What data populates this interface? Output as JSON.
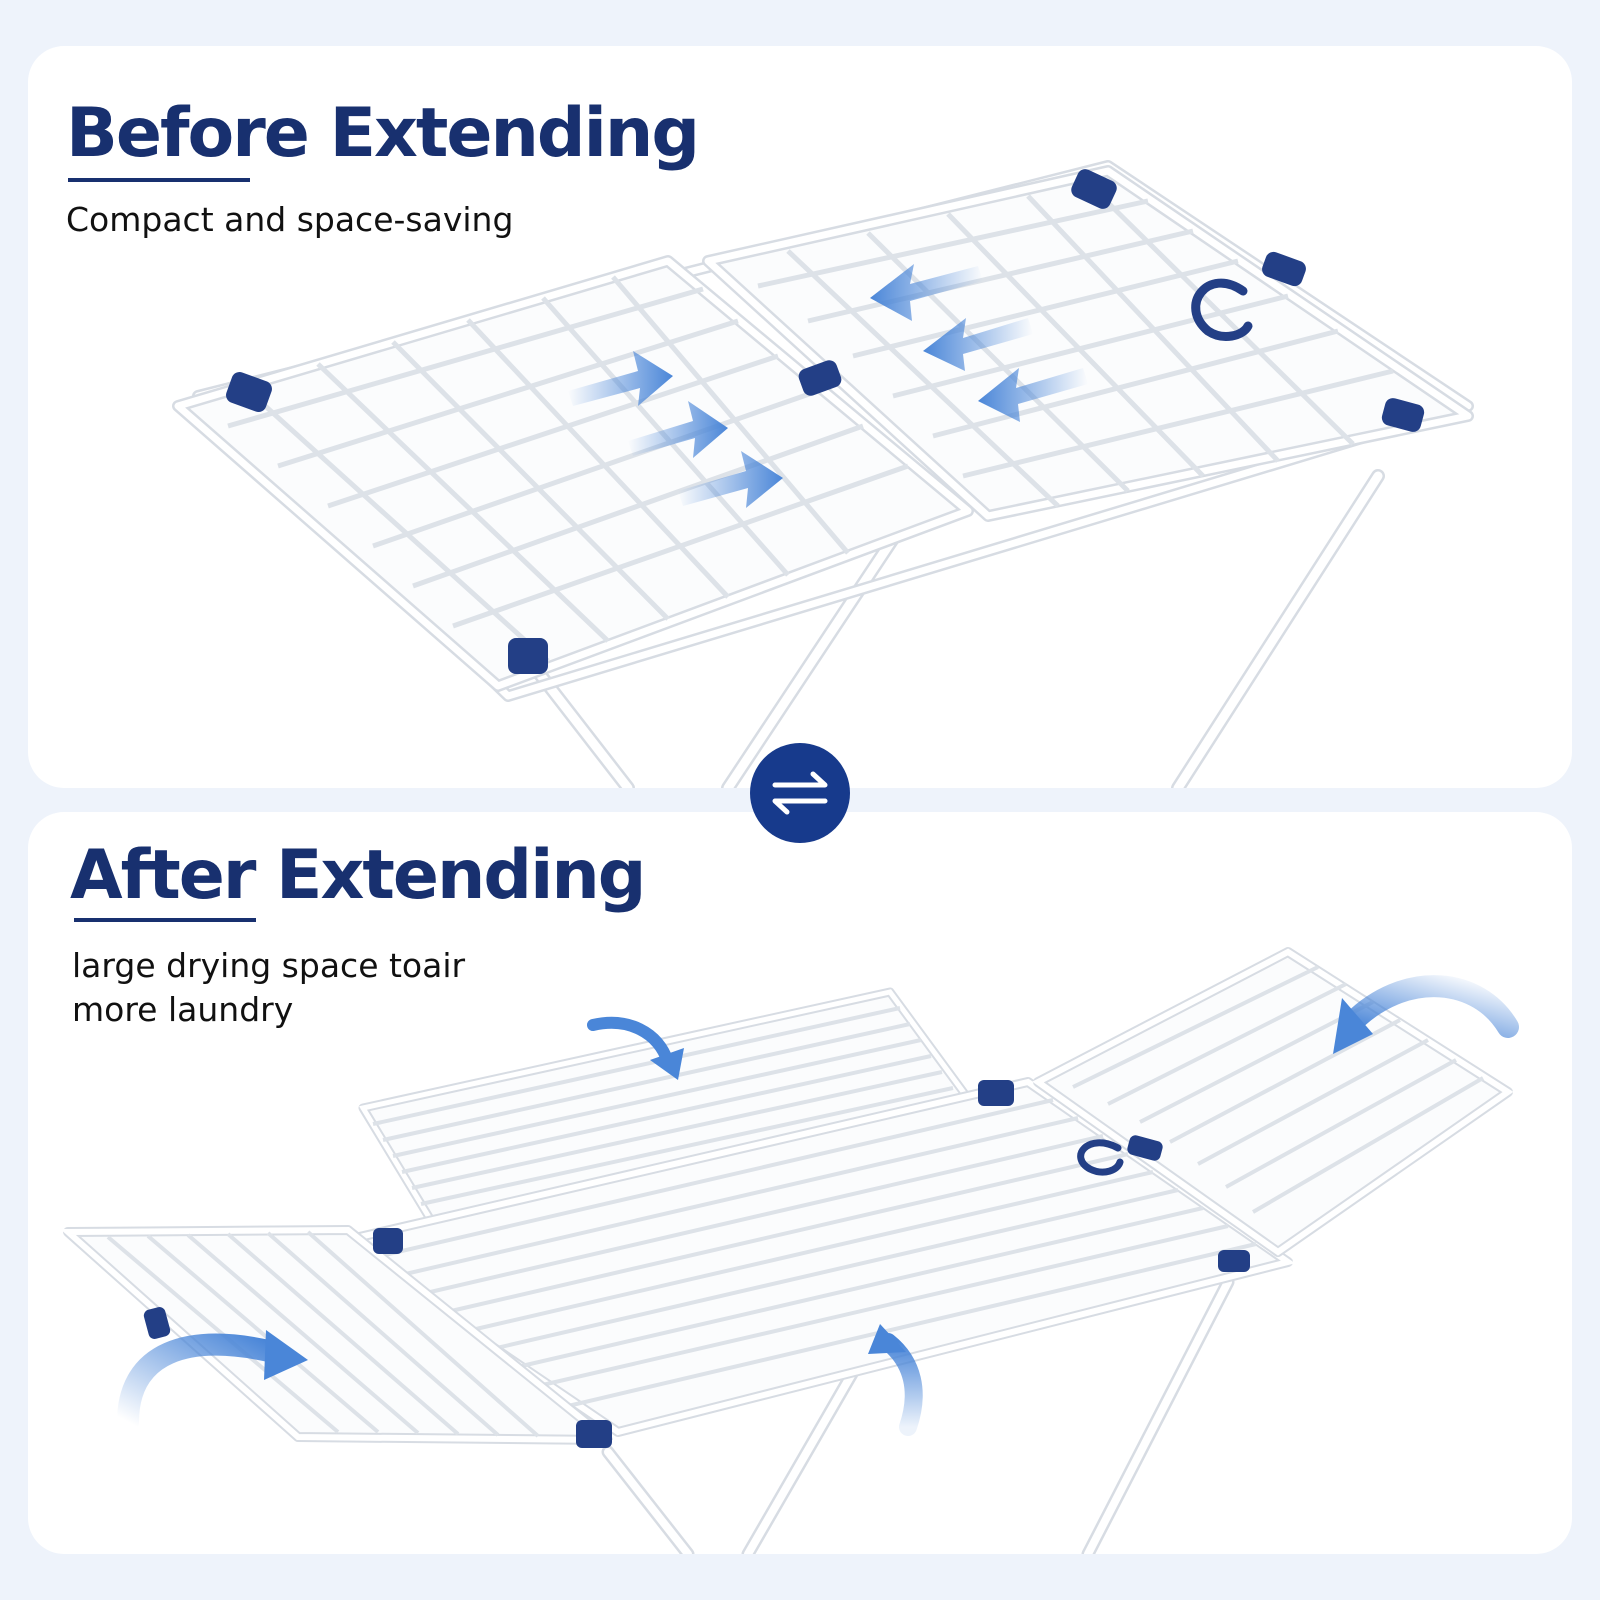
{
  "before": {
    "title": "Before Extending",
    "subtitle": "Compact and space-saving"
  },
  "after": {
    "title": "After Extending",
    "subtitle_line1": "large drying space toair",
    "subtitle_line2": "more laundry"
  },
  "icons": {
    "swap": "swap-arrows-icon",
    "direction_arrow": "arrow-icon",
    "hook": "hook-icon",
    "clip": "hinge-clip-icon"
  },
  "colors": {
    "page_background": "#eef3fb",
    "panel": "#ffffff",
    "heading": "#18306f",
    "accent_blue": "#173a8c",
    "arrow_blue": "#4a86d8",
    "rack": "#f6f7f9",
    "rack_outline": "#d7dce3"
  }
}
